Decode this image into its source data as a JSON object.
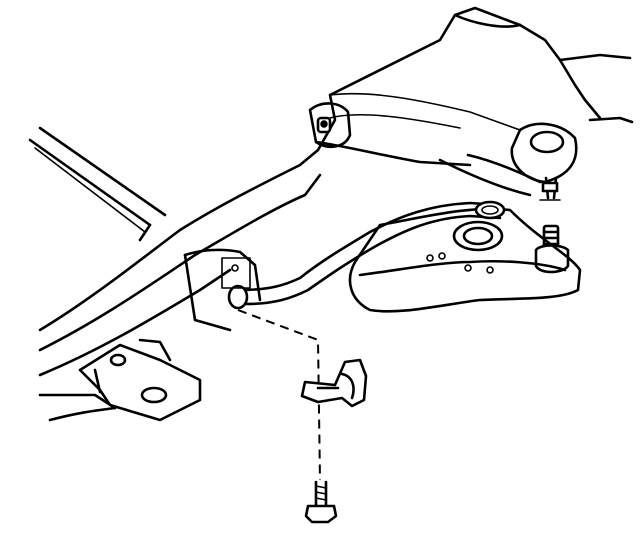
{
  "diagram": {
    "parts": [
      {
        "id": "front-crossmember",
        "icon": "crossmember-icon"
      },
      {
        "id": "frame-rail",
        "icon": "frame-rail-icon"
      },
      {
        "id": "upper-control-arm",
        "icon": "upper-control-arm-icon"
      },
      {
        "id": "lower-control-arm",
        "icon": "lower-control-arm-icon"
      },
      {
        "id": "ball-joint",
        "icon": "ball-joint-icon"
      },
      {
        "id": "stabilizer-shaft",
        "icon": "stabilizer-shaft-icon"
      },
      {
        "id": "stabilizer-bushing",
        "icon": "bushing-icon"
      },
      {
        "id": "stabilizer-clamp",
        "icon": "clamp-bracket-icon"
      },
      {
        "id": "clamp-bolt",
        "icon": "bolt-icon"
      }
    ],
    "exploded_view": true,
    "line_color": "#000000",
    "background_color": "#ffffff"
  }
}
